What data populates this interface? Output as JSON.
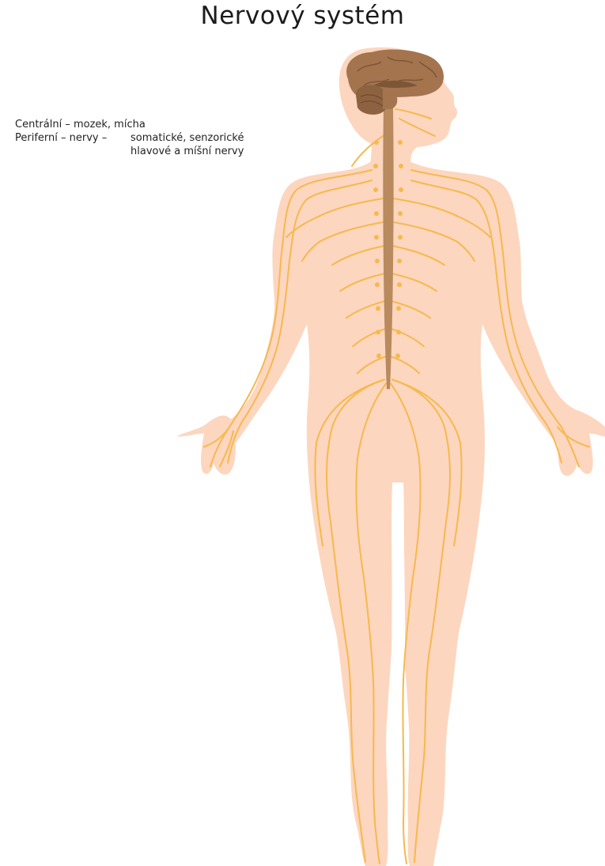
{
  "title": "Nervový systém",
  "legend": {
    "central": {
      "label": "Centrální – mozek, mícha"
    },
    "peripheral": {
      "label": "Periferní – nervy –",
      "line1": "somatické, senzorické",
      "line2": "hlavové a míšní nervy"
    }
  },
  "colors": {
    "background": "#ffffff",
    "skin": "#fdd6bf",
    "skin_halo": "#fee4d5",
    "nerve": "#f5b94e",
    "spinal_cord": "#b88a5e",
    "brain": "#a4744f",
    "brain_dark": "#7d5636",
    "cerebellum": "#8d6240"
  },
  "icons": {
    "figure": "human-body-nervous-system-illustration"
  }
}
